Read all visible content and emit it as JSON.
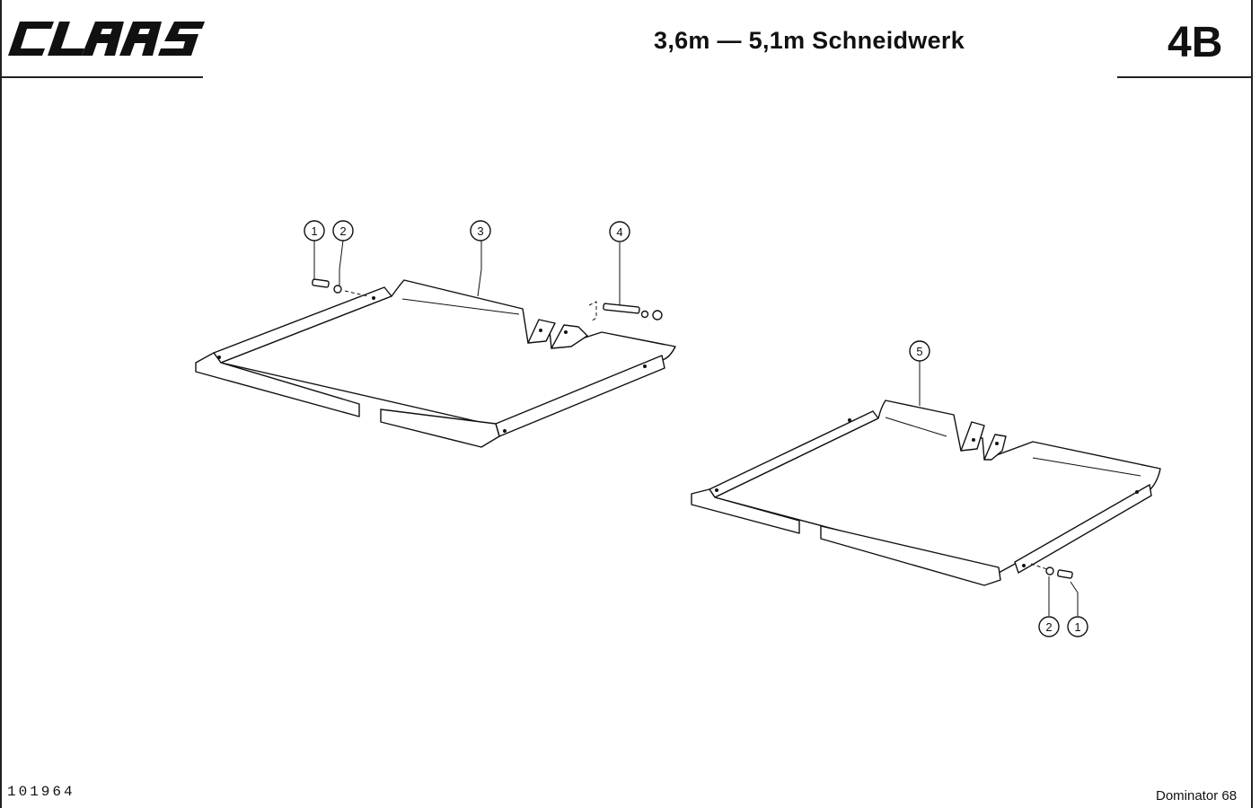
{
  "header": {
    "logo_text": "CLAAS",
    "title": "3,6m — 5,1m Schneidwerk",
    "section_code": "4B"
  },
  "footer": {
    "drawing_number": "101964",
    "model": "Dominator 68"
  },
  "callouts": {
    "assembly_a": [
      "1",
      "2",
      "3",
      "4"
    ],
    "assembly_b": [
      "5",
      "2",
      "1"
    ]
  }
}
